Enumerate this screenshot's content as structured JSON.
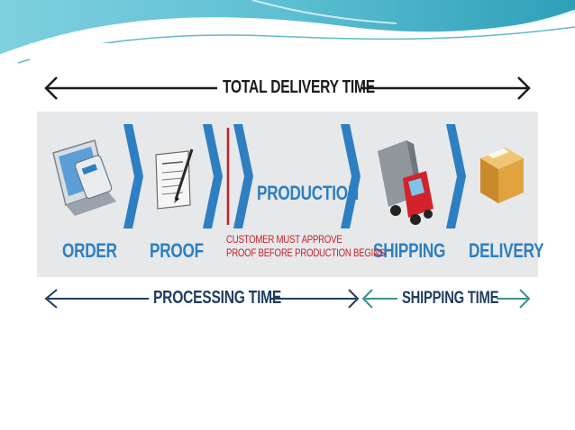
{
  "diagram": {
    "title": "TOTAL DELIVERY TIME",
    "steps": [
      {
        "label": "ORDER",
        "icon": "order-icon"
      },
      {
        "label": "PROOF",
        "icon": "proof-icon"
      },
      {
        "label": "PRODUCTION",
        "icon": ""
      },
      {
        "label": "SHIPPING",
        "icon": "truck-icon"
      },
      {
        "label": "DELIVERY",
        "icon": "package-icon"
      }
    ],
    "approval_note": [
      "CUSTOMER MUST APPROVE",
      "PROOF BEFORE PRODUCTION BEGINS"
    ],
    "processing_time": "PROCESSING TIME",
    "shipping_time": "SHIPPING TIME"
  },
  "colors": {
    "step_blue": "#2d7fc2",
    "note_red": "#c8202a",
    "dark_navy": "#1f3d5e",
    "band_gray": "#e6e8ea",
    "shipping_arrow_teal": "#3b8f8a",
    "banner_teal": "#4fb3c8"
  }
}
